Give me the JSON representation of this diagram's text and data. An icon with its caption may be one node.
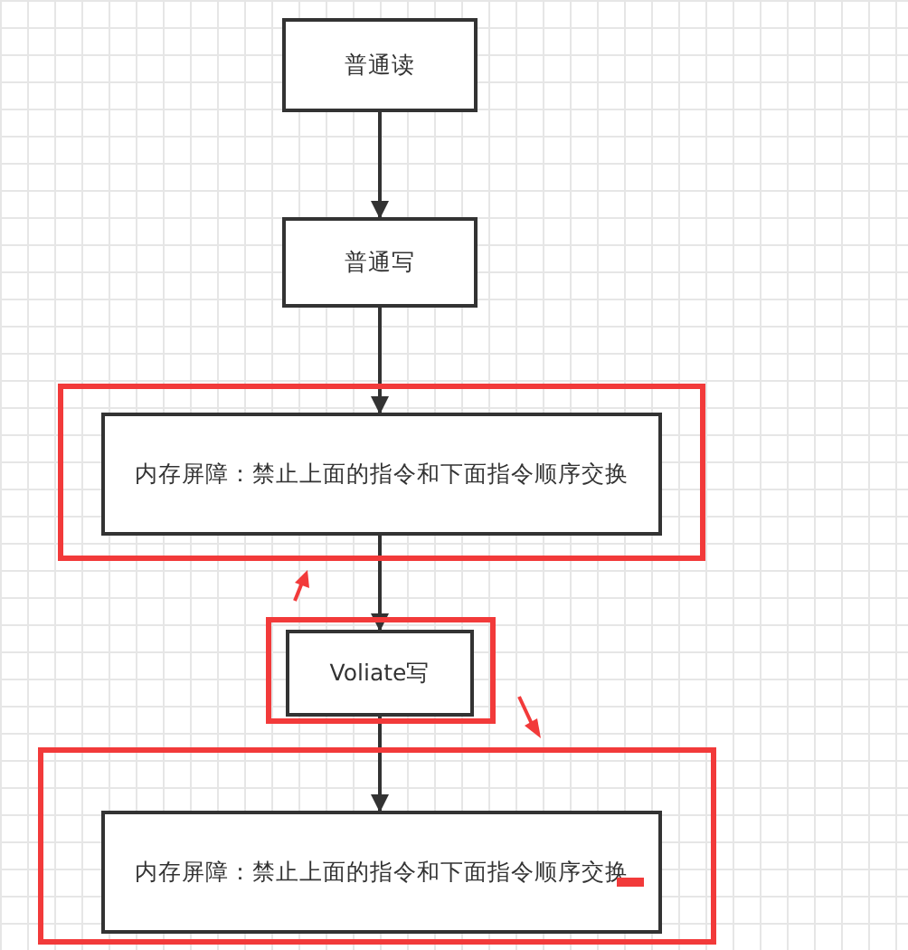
{
  "diagram": {
    "nodes": [
      {
        "text": [
          "普通读"
        ]
      },
      {
        "text": [
          "普通写"
        ]
      },
      {
        "text": [],
        "shape": "box"
      },
      {
        "text": [
          "内存屏障：禁止上面的指令和下面指令顺序交换"
        ],
        "in": 2
      },
      {
        "text": [],
        "shape": "box"
      },
      {
        "text": [
          "Voliate写"
        ],
        "in": 4
      },
      {
        "text": [],
        "shape": "box"
      },
      {
        "text": [
          "内存屏障：禁止上面的指令和下面指令顺序交换"
        ],
        "in": 6
      }
    ],
    "edges": [
      {
        "from": 0,
        "to": 1,
        "arrow": "to"
      },
      {
        "from": 1,
        "to": 3,
        "arrow": "to"
      },
      {
        "from": 3,
        "to": 5,
        "arrow": "to"
      },
      {
        "from": 5,
        "to": 7,
        "arrow": "to"
      }
    ]
  }
}
